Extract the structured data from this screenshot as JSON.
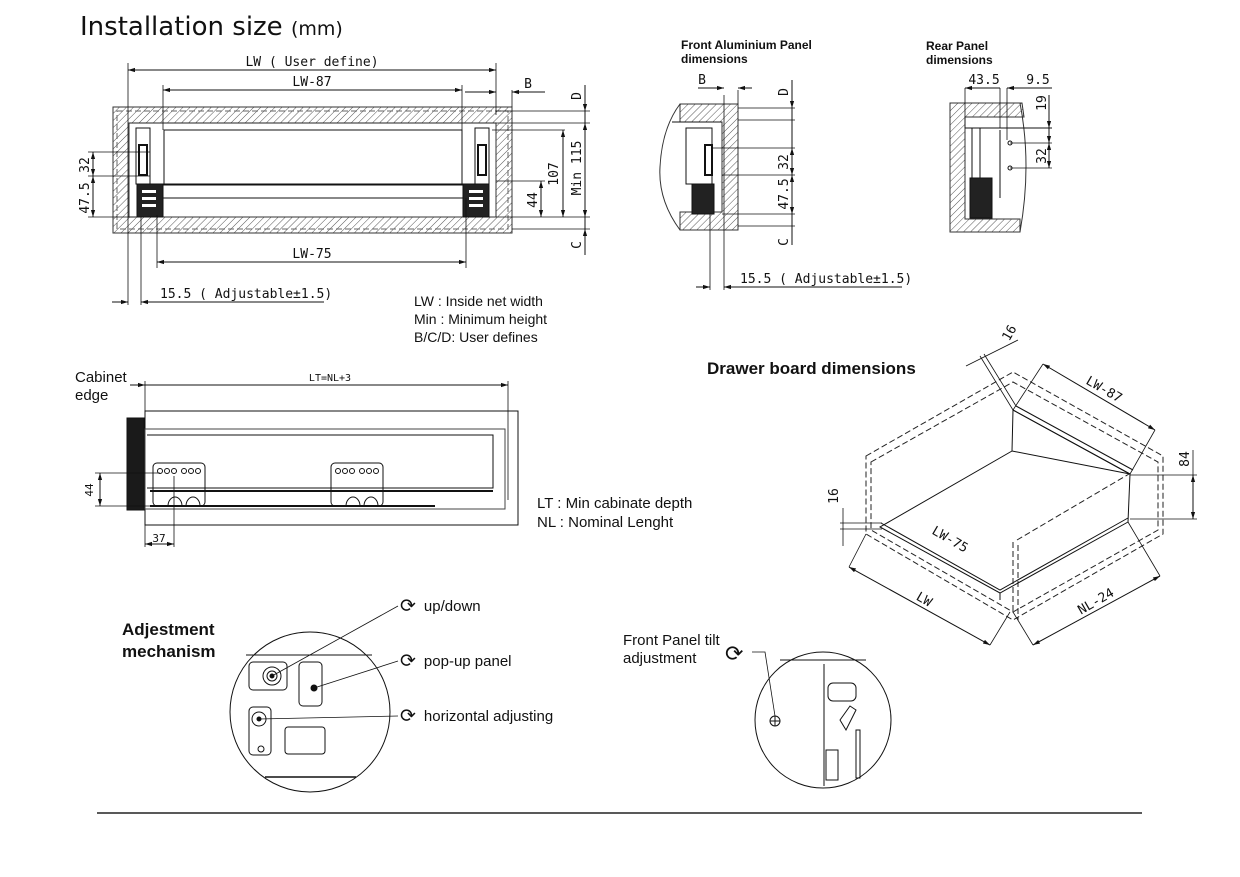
{
  "page": {
    "title": "Installation size",
    "title_unit": "(mm)"
  },
  "front_view": {
    "dims": {
      "lw": "LW ( User define)",
      "lw87": "LW-87",
      "b": "B",
      "d": "D",
      "c": "C",
      "lw75": "LW-75",
      "d32": "32",
      "d47": "47.5",
      "d44": "44",
      "d107": "107",
      "min115": "Min 115",
      "adjustable": "15.5 ( Adjustable±1.5)"
    },
    "legend": [
      "LW : Inside net width",
      "Min : Minimum height",
      "B/C/D: User defines"
    ]
  },
  "front_panel": {
    "title_line1": "Front Aluminium Panel",
    "title_line2": "dimensions",
    "dims": {
      "b": "B",
      "d": "D",
      "c": "C",
      "d32": "32",
      "d47": "47.5",
      "adjustable": "15.5 ( Adjustable±1.5)"
    }
  },
  "rear_panel": {
    "title_line1": "Rear Panel",
    "title_line2": "dimensions",
    "dims": {
      "d43": "43.5",
      "d9": "9.5",
      "d19": "19",
      "d32": "32"
    }
  },
  "side_view": {
    "cabinet_edge_line1": "Cabinet",
    "cabinet_edge_line2": "edge",
    "lt": "LT=NL+3",
    "d44": "44",
    "d37": "37",
    "legend": [
      "LT : Min cabinate depth",
      "NL : Nominal Lenght"
    ]
  },
  "drawer_board": {
    "title": "Drawer board dimensions",
    "dims": {
      "t16a": "16",
      "lw87": "LW-87",
      "d84": "84",
      "t16b": "16",
      "lw75": "LW-75",
      "lw": "LW",
      "nl24": "NL-24"
    }
  },
  "adjustment": {
    "title_line1": "Adjestment",
    "title_line2": "mechanism",
    "items": [
      {
        "icon": "rotate-arrows-icon",
        "label": "up/down"
      },
      {
        "icon": "rotate-arrows-icon",
        "label": "pop-up panel"
      },
      {
        "icon": "rotate-arrows-icon",
        "label": "horizontal adjusting"
      }
    ]
  },
  "tilt": {
    "label_line1": "Front Panel tilt",
    "label_line2": "adjustment",
    "icon": "rotate-arrows-icon"
  }
}
